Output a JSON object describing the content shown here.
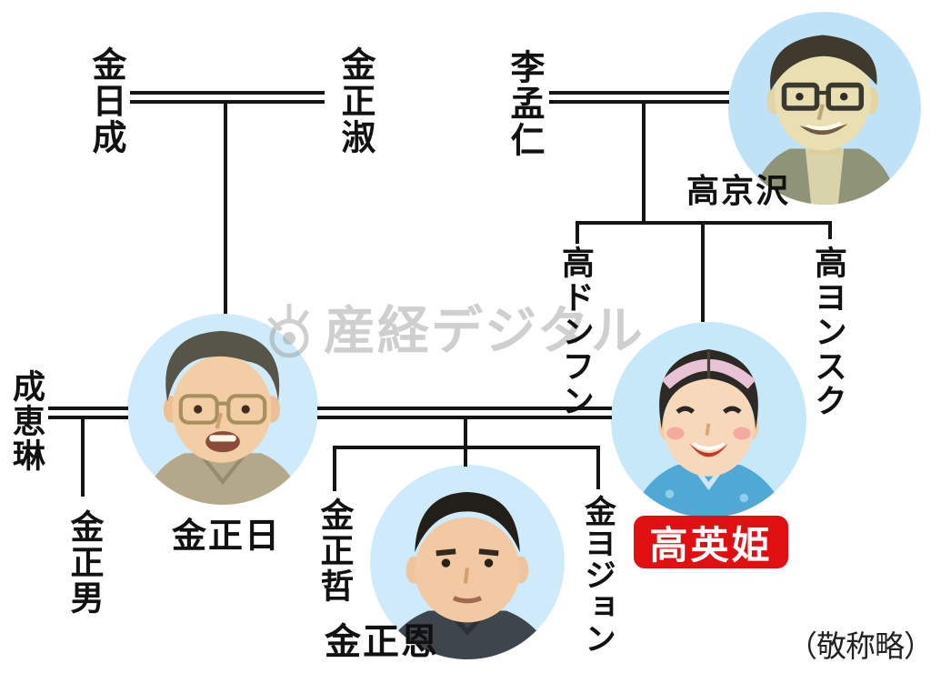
{
  "diagram": {
    "type": "family-tree",
    "publisher_watermark": "産経デジタル",
    "credit_note": "（敬称略）",
    "people": {
      "kim_il_sung": "金日成",
      "kim_jong_suk": "金正淑",
      "ri_mong_in": "李孟仁",
      "ko_kyong_taek": "高京沢",
      "ko_dong_hun": "高ドンフン",
      "ko_yong_suk": "高ヨンスク",
      "song_hye_rim": "成恵琳",
      "kim_jong_il": "金正日",
      "kim_jong_nam": "金正男",
      "ko_yong_hui": "高英姫",
      "kim_jong_chol": "金正哲",
      "kim_jong_un": "金正恩",
      "kim_yo_jong": "金ヨジョン"
    },
    "highlighted_person": "高英姫",
    "relations": [
      {
        "couple": [
          "金日成",
          "金正淑"
        ],
        "children": [
          "金正日"
        ]
      },
      {
        "couple": [
          "李孟仁",
          "高京沢"
        ],
        "children": [
          "高ドンフン",
          "高英姫",
          "高ヨンスク"
        ]
      },
      {
        "couple": [
          "成恵琳",
          "金正日"
        ],
        "children": [
          "金正男"
        ]
      },
      {
        "couple": [
          "金正日",
          "高英姫"
        ],
        "children": [
          "金正哲",
          "金正恩",
          "金ヨジョン"
        ]
      }
    ],
    "colors": {
      "line": "#141414",
      "badge_red": "#e00f12",
      "badge_text": "#ffffff",
      "portrait_background_blue": "#c8e7f8",
      "watermark_gray": "#bdbdbd"
    }
  }
}
